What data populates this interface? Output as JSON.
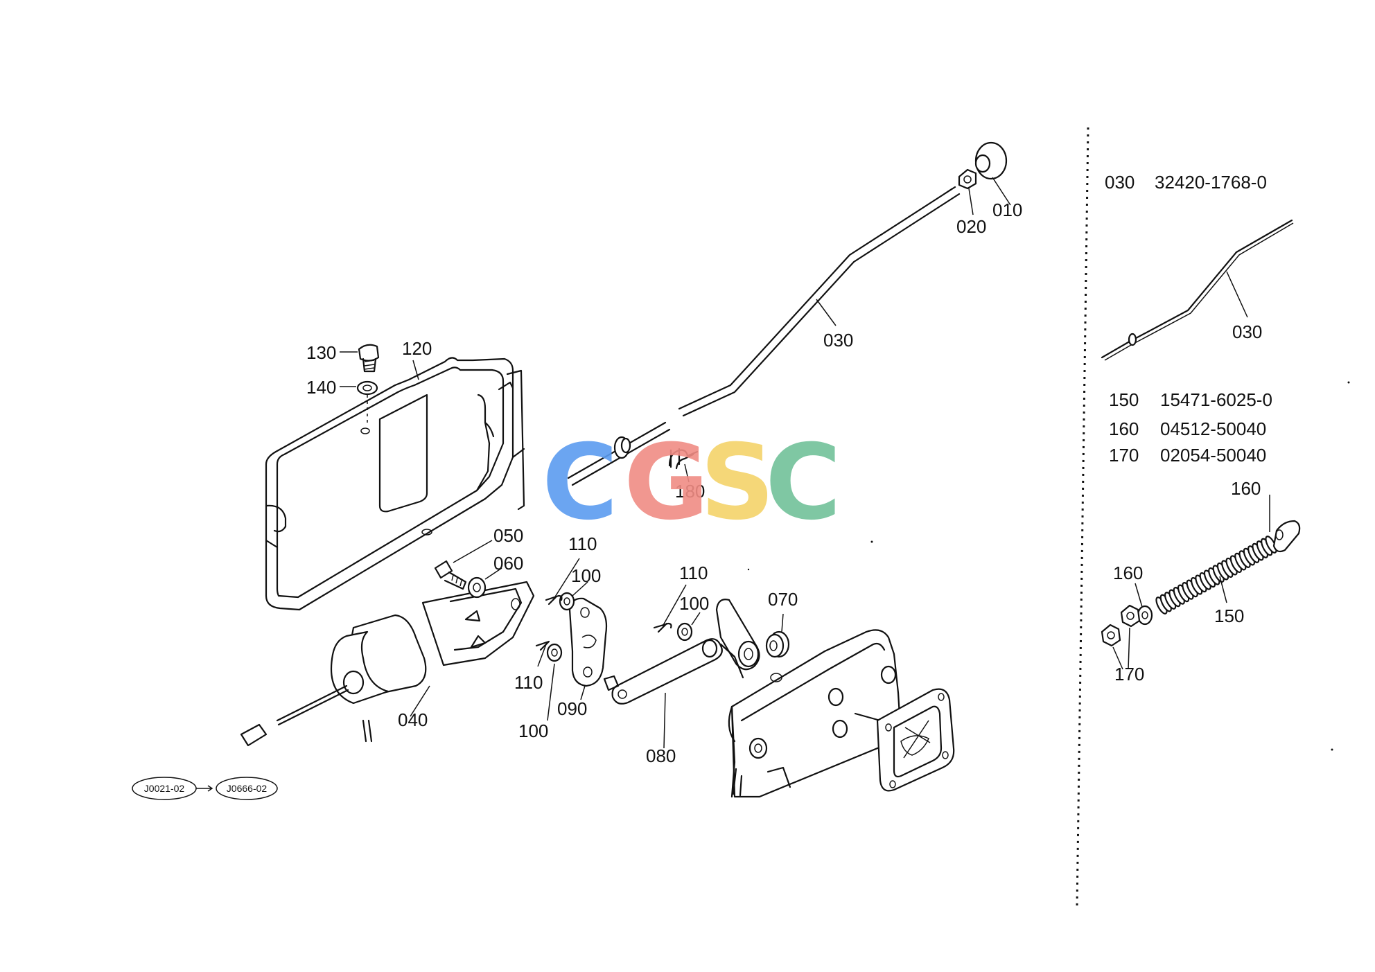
{
  "labels": {
    "p010": "010",
    "p020": "020",
    "p030": "030",
    "p040": "040",
    "p050": "050",
    "p060": "060",
    "p070": "070",
    "p080": "080",
    "p090": "090",
    "p100a": "100",
    "p100b": "100",
    "p100c": "100",
    "p110a": "110",
    "p110b": "110",
    "p110c": "110",
    "p120": "120",
    "p130": "130",
    "p140": "140",
    "p180": "180",
    "s030": "030",
    "s150": "150",
    "s160a": "160",
    "s160b": "160",
    "s170": "170"
  },
  "references": {
    "ref1": "J0021-02",
    "ref2": "J0666-02"
  },
  "parts_list": [
    {
      "ref": "030",
      "part_number": "32420-1768-0"
    },
    {
      "ref": "150",
      "part_number": "15471-6025-0"
    },
    {
      "ref": "160",
      "part_number": "04512-50040"
    },
    {
      "ref": "170",
      "part_number": "02054-50040"
    }
  ],
  "watermark": {
    "letters": [
      "C",
      "G",
      "S",
      "C"
    ],
    "colors": [
      "#5b9cf0",
      "#f08c84",
      "#f4d36a",
      "#72c29a"
    ]
  }
}
